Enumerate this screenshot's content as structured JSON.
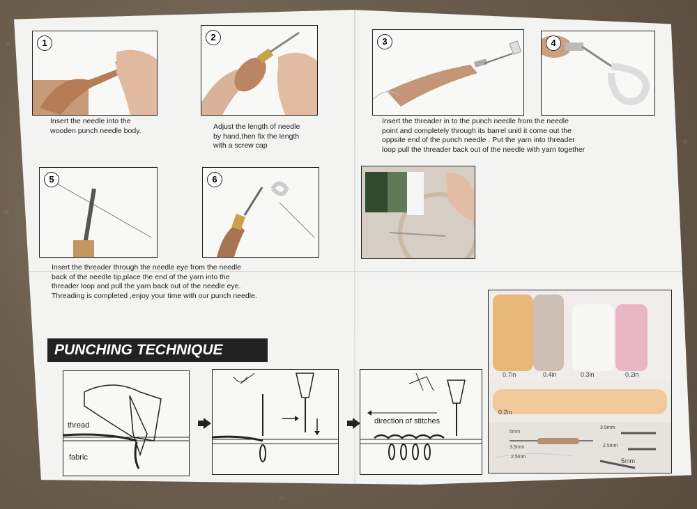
{
  "steps": [
    {
      "num": "1",
      "lines": [
        "Insert the needle into the",
        "wooden punch needle body."
      ]
    },
    {
      "num": "2",
      "lines": [
        "Adjust the length of needle",
        "by hand,then fix the length",
        "with a screw cap"
      ]
    },
    {
      "num": "3",
      "lines": [
        "Insert the threader in to the punch needle from the needle",
        "point and completely through its barrel unitl it come out the",
        "oppsite end of the punch needle . Put the yarn into threader",
        "loop pull the threader back out of the needle with yarn together"
      ]
    },
    {
      "num": "4",
      "lines": []
    },
    {
      "num": "5",
      "lines": [
        "Insert the threader through the needle eye from the needle",
        "back of the needle tip,place the end of the yarn into the",
        "threader loop and pull the yarn back out of the needle eye.",
        "Threading is completed ,enjoy your time with our punch needle."
      ]
    },
    {
      "num": "6",
      "lines": []
    }
  ],
  "technique": {
    "title": "PUNCHING TECHNIQUE",
    "thread_label": "thread",
    "fabric_label": "fabric",
    "direction_label": "direction of stitches"
  },
  "loop_sizes": {
    "row1": [
      "0.7in",
      "0.4in",
      "0.3in",
      "0.2in"
    ],
    "row2": [
      "0.2in"
    ],
    "needle_sizes": [
      "3.5mm",
      "2.5mm",
      "5mm",
      "3.5mm",
      "2.5mm",
      "5mm"
    ]
  },
  "colors": {
    "paper": "#f3f3f1",
    "ink": "#222222",
    "wood": "#b8906f",
    "yarn_orange": "#e8b878",
    "yarn_pink": "#e9b7c3"
  }
}
